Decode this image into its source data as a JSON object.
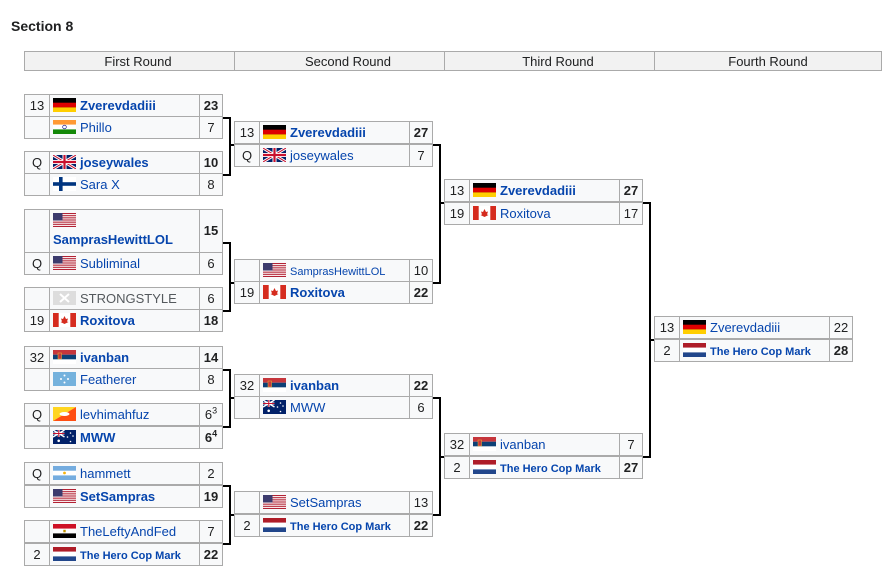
{
  "section_title": "Section 8",
  "round_headers": [
    "First Round",
    "Second Round",
    "Third Round",
    "Fourth Round"
  ],
  "matches": {
    "r1": [
      [
        {
          "seed": "13",
          "flag": "germany-flag",
          "name": "Zverevdadiii",
          "score": "23",
          "win": true
        },
        {
          "seed": "",
          "flag": "india-flag",
          "name": "Phillo",
          "score": "7",
          "win": false
        }
      ],
      [
        {
          "seed": "Q",
          "flag": "uk-flag",
          "name": "joseywales",
          "score": "10",
          "win": true
        },
        {
          "seed": "",
          "flag": "finland-flag",
          "name": "Sara X",
          "score": "8",
          "win": false
        }
      ],
      [
        {
          "seed": "",
          "flag": "usa-flag",
          "name": "SamprasHewittLOL",
          "score": "15",
          "win": true
        },
        {
          "seed": "Q",
          "flag": "usa-flag",
          "name": "Subliminal",
          "score": "6",
          "win": false
        }
      ],
      [
        {
          "seed": "",
          "flag": "placeholder-flag",
          "name": "STRONGSTYLE",
          "score": "6",
          "win": false
        },
        {
          "seed": "19",
          "flag": "canada-flag",
          "name": "Roxitova",
          "score": "18",
          "win": true
        }
      ],
      [
        {
          "seed": "32",
          "flag": "serbia-flag",
          "name": "ivanban",
          "score": "14",
          "win": true
        },
        {
          "seed": "",
          "flag": "micronesia-flag",
          "name": "Featherer",
          "score": "8",
          "win": false
        }
      ],
      [
        {
          "seed": "Q",
          "flag": "bhutan-flag",
          "name": "levhimahfuz",
          "score": "6",
          "sup": "3",
          "win": false
        },
        {
          "seed": "",
          "flag": "australia-flag",
          "name": "MWW",
          "score": "6",
          "sup": "4",
          "win": true
        }
      ],
      [
        {
          "seed": "Q",
          "flag": "argentina-flag",
          "name": "hammett",
          "score": "2",
          "win": false
        },
        {
          "seed": "",
          "flag": "usa-flag",
          "name": "SetSampras",
          "score": "19",
          "win": true
        }
      ],
      [
        {
          "seed": "",
          "flag": "egypt-flag",
          "name": "TheLeftyAndFed",
          "score": "7",
          "win": false
        },
        {
          "seed": "2",
          "flag": "netherlands-flag",
          "name": "The Hero Cop Mark",
          "score": "22",
          "win": true
        }
      ]
    ],
    "r2": [
      [
        {
          "seed": "13",
          "flag": "germany-flag",
          "name": "Zverevdadiii",
          "score": "27",
          "win": true
        },
        {
          "seed": "Q",
          "flag": "uk-flag",
          "name": "joseywales",
          "score": "7",
          "win": false
        }
      ],
      [
        {
          "seed": "",
          "flag": "usa-flag",
          "name": "SamprasHewittLOL",
          "score": "10",
          "win": false
        },
        {
          "seed": "19",
          "flag": "canada-flag",
          "name": "Roxitova",
          "score": "22",
          "win": true
        }
      ],
      [
        {
          "seed": "32",
          "flag": "serbia-flag",
          "name": "ivanban",
          "score": "22",
          "win": true
        },
        {
          "seed": "",
          "flag": "australia-flag",
          "name": "MWW",
          "score": "6",
          "win": false
        }
      ],
      [
        {
          "seed": "",
          "flag": "usa-flag",
          "name": "SetSampras",
          "score": "13",
          "win": false
        },
        {
          "seed": "2",
          "flag": "netherlands-flag",
          "name": "The Hero Cop Mark",
          "score": "22",
          "win": true
        }
      ]
    ],
    "r3": [
      [
        {
          "seed": "13",
          "flag": "germany-flag",
          "name": "Zverevdadiii",
          "score": "27",
          "win": true
        },
        {
          "seed": "19",
          "flag": "canada-flag",
          "name": "Roxitova",
          "score": "17",
          "win": false
        }
      ],
      [
        {
          "seed": "32",
          "flag": "serbia-flag",
          "name": "ivanban",
          "score": "7",
          "win": false
        },
        {
          "seed": "2",
          "flag": "netherlands-flag",
          "name": "The Hero Cop Mark",
          "score": "27",
          "win": true
        }
      ]
    ],
    "r4": [
      [
        {
          "seed": "13",
          "flag": "germany-flag",
          "name": "Zverevdadiii",
          "score": "22",
          "win": false
        },
        {
          "seed": "2",
          "flag": "netherlands-flag",
          "name": "The Hero Cop Mark",
          "score": "28",
          "win": true
        }
      ]
    ]
  }
}
